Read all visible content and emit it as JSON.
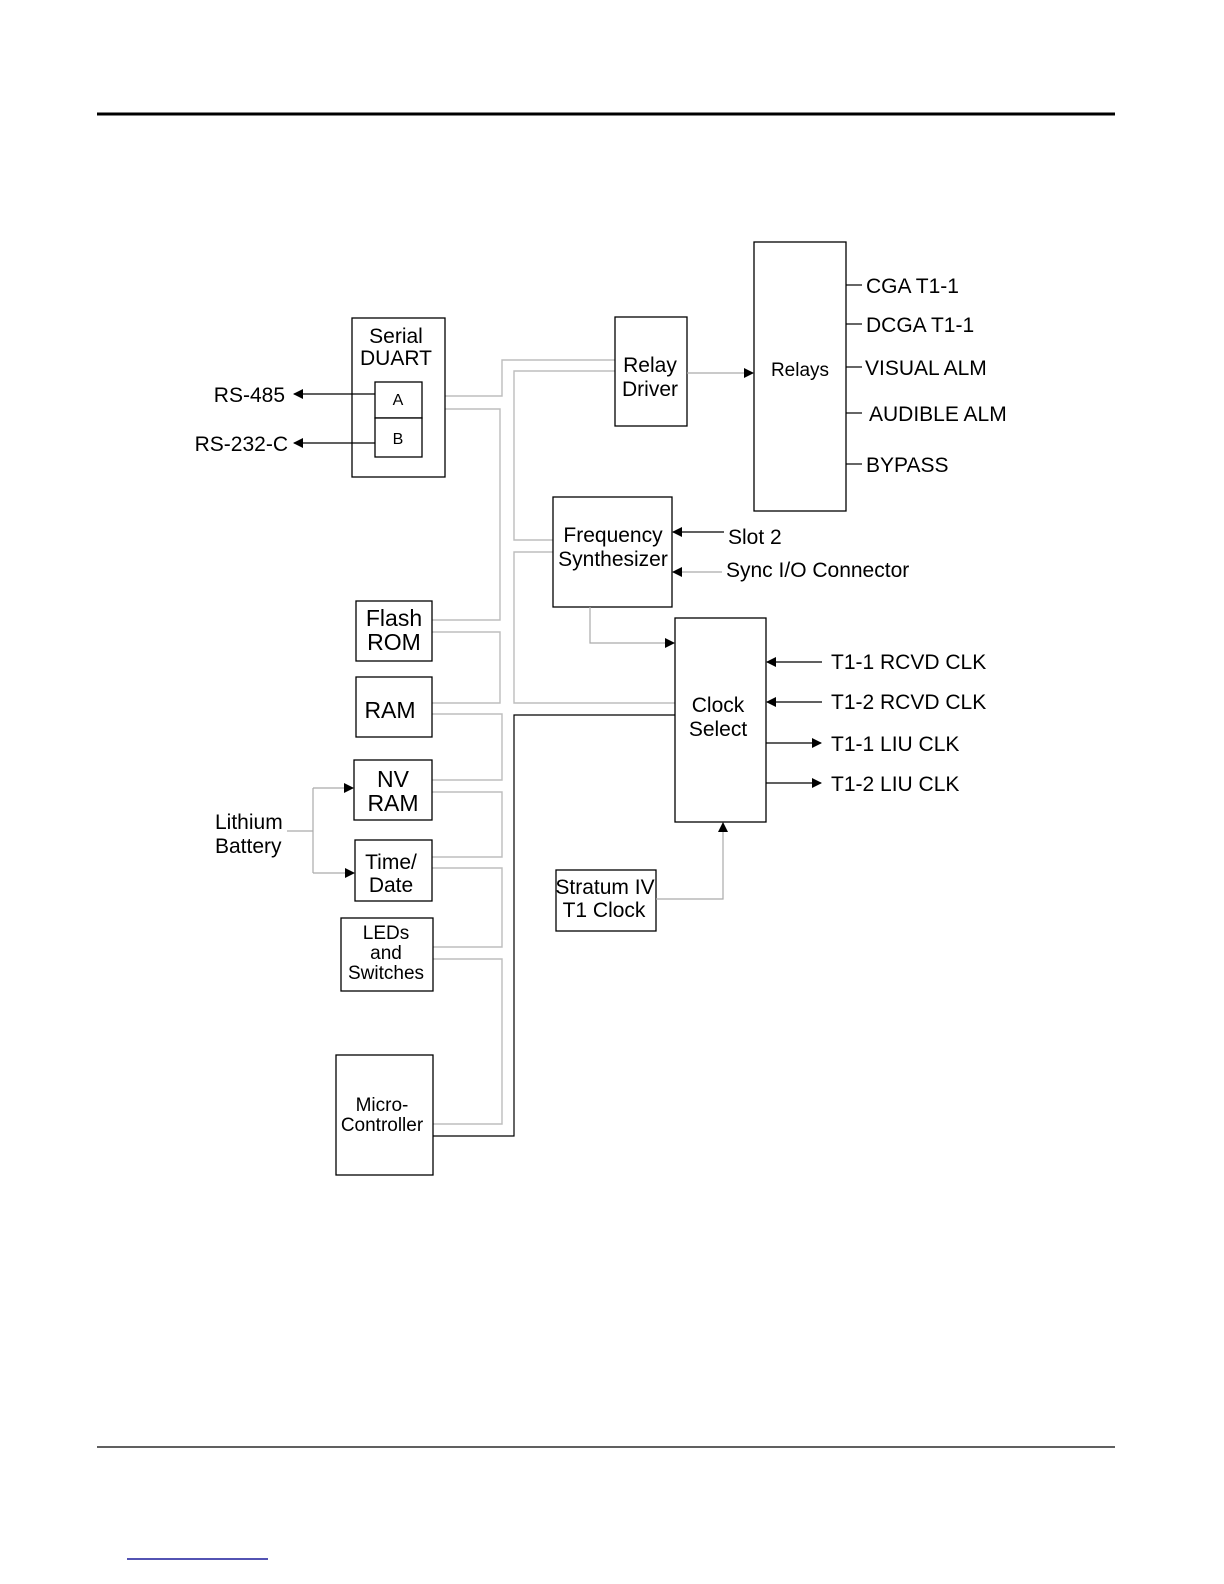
{
  "blocks": {
    "serial_duart": [
      "Serial",
      "DUART"
    ],
    "port_a": "A",
    "port_b": "B",
    "relay_driver": [
      "Relay",
      "Driver"
    ],
    "relays": "Relays",
    "frequency_synthesizer": [
      "Frequency",
      "Synthesizer"
    ],
    "clock_select": [
      "Clock",
      "Select"
    ],
    "stratum": [
      "Stratum IV",
      "T1 Clock"
    ],
    "flash_rom": [
      "Flash",
      "ROM"
    ],
    "ram": "RAM",
    "nv_ram": [
      "NV",
      "RAM"
    ],
    "time_date": [
      "Time/",
      "Date"
    ],
    "leds_switches": [
      "LEDs",
      "and",
      "Switches"
    ],
    "micro_controller": [
      "Micro-",
      "Controller"
    ],
    "lithium_battery": [
      "Lithium",
      "Battery"
    ]
  },
  "signals": {
    "rs485": "RS-485",
    "rs232": "RS-232-C",
    "relay_outputs": [
      "CGA T1-1",
      "DCGA T1-1",
      "VISUAL ALM",
      "AUDIBLE ALM",
      "BYPASS"
    ],
    "slot2": "Slot 2",
    "sync_io": "Sync I/O Connector",
    "clock_inputs": [
      "T1-1 RCVD CLK",
      "T1-2 RCVD CLK"
    ],
    "clock_outputs": [
      "T1-1 LIU CLK",
      "T1-2 LIU CLK"
    ]
  }
}
